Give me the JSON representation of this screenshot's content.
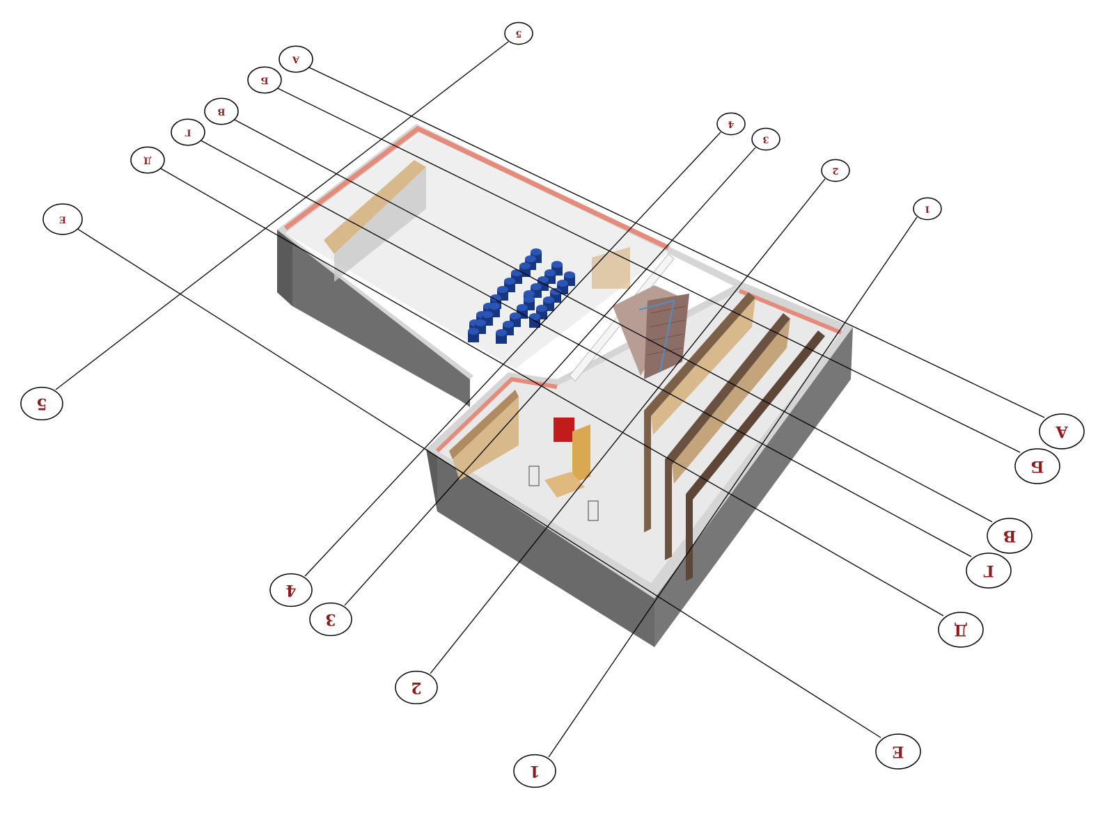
{
  "colors": {
    "axis_text": "#8b1a1a",
    "axis_line": "#000000",
    "wall_outer": "#6f6f6f",
    "wall_top": "#d9d9d9",
    "insulation": "#e48b7b",
    "floor": "#eeeeee",
    "barrels": "#1d3f8f",
    "rack_wood": "#8a6a4f",
    "rack_light": "#d8b98c"
  },
  "axes": {
    "top_letters": [
      "А",
      "Б",
      "В",
      "Г",
      "Д",
      "Е"
    ],
    "top_numbers_small": [
      "5",
      "4",
      "3",
      "2",
      "1"
    ],
    "bottom_left_numbers": [
      "5",
      "4",
      "3",
      "2",
      "1"
    ],
    "right_letters": [
      "А",
      "Б",
      "В",
      "Г",
      "Д",
      "Е"
    ]
  }
}
